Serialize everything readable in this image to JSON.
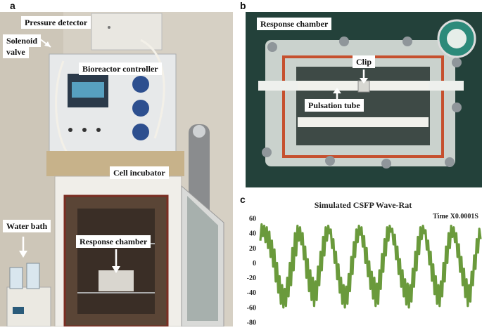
{
  "panels": {
    "a": {
      "letter": "a",
      "labels": {
        "pressure_detector": "Pressure detector",
        "solenoid_valve_1": "Solenoid",
        "solenoid_valve_2": "valve",
        "bioreactor_controller": "Bioreactor controller",
        "cell_incubator": "Cell incubator",
        "water_bath": "Water bath",
        "response_chamber": "Response chamber"
      }
    },
    "b": {
      "letter": "b",
      "labels": {
        "response_chamber": "Response chamber",
        "clip": "Clip",
        "pulsation_tube": "Pulsation tube"
      }
    },
    "c": {
      "letter": "c"
    }
  },
  "colors": {
    "signal": "#6a9a3c",
    "callout_bg": "#ffffff",
    "chamber_frame": "#c6502e"
  },
  "chart_data": {
    "type": "line",
    "title": "Simulated CSFP Wave-Rat",
    "annotation": "Time X0.0001S",
    "xlabel": "",
    "ylabel": "",
    "ylim": [
      -80,
      60
    ],
    "yticks": [
      "60",
      "40",
      "20",
      "0",
      "-20",
      "-40",
      "-60",
      "-80"
    ],
    "yticks_values": [
      60,
      40,
      20,
      0,
      -20,
      -40,
      -60,
      -80
    ],
    "grid": false,
    "series": [
      {
        "values": [
          30,
          52,
          36,
          50,
          28,
          48,
          20,
          42,
          8,
          30,
          -5,
          18,
          -25,
          0,
          -40,
          -18,
          -55,
          -30,
          -60,
          -35,
          -58,
          -20,
          -45,
          0,
          -30,
          20,
          -10,
          40,
          10,
          50,
          30,
          48,
          25,
          40,
          5,
          22,
          -20,
          5,
          -38,
          -10,
          -50,
          -20,
          -58,
          -25,
          -50,
          -5,
          -30,
          15,
          -10,
          35,
          10,
          48,
          30,
          50,
          40,
          45,
          20,
          32,
          0,
          15,
          -22,
          -2,
          -40,
          -20,
          -55,
          -30,
          -60,
          -32,
          -55,
          -15,
          -38,
          8,
          -15,
          28,
          8,
          45,
          28,
          50,
          38,
          48,
          22,
          36,
          0,
          20,
          -18,
          2,
          -35,
          -12,
          -48,
          -20,
          -58,
          -28,
          -55,
          -10,
          -35,
          12,
          -12,
          32,
          10,
          48,
          30,
          50,
          42,
          46,
          25,
          38,
          5,
          22,
          -15,
          5,
          -32,
          -10,
          -45,
          -22,
          -56,
          -28,
          -60,
          -30,
          -52,
          -8,
          -32,
          15,
          -10,
          35,
          12,
          48,
          32,
          50,
          40,
          44,
          18,
          30,
          -2,
          15,
          -24,
          -2,
          -42,
          -18,
          -55,
          -30,
          -58,
          -25,
          -45,
          0,
          -25,
          22,
          0,
          40,
          20,
          50,
          35,
          48,
          28,
          40,
          8,
          25,
          -12,
          8,
          -30,
          -8,
          -46,
          -22,
          -58,
          -30,
          -52,
          -12,
          -30,
          10,
          -8,
          32,
          14,
          46,
          32
        ]
      }
    ]
  }
}
